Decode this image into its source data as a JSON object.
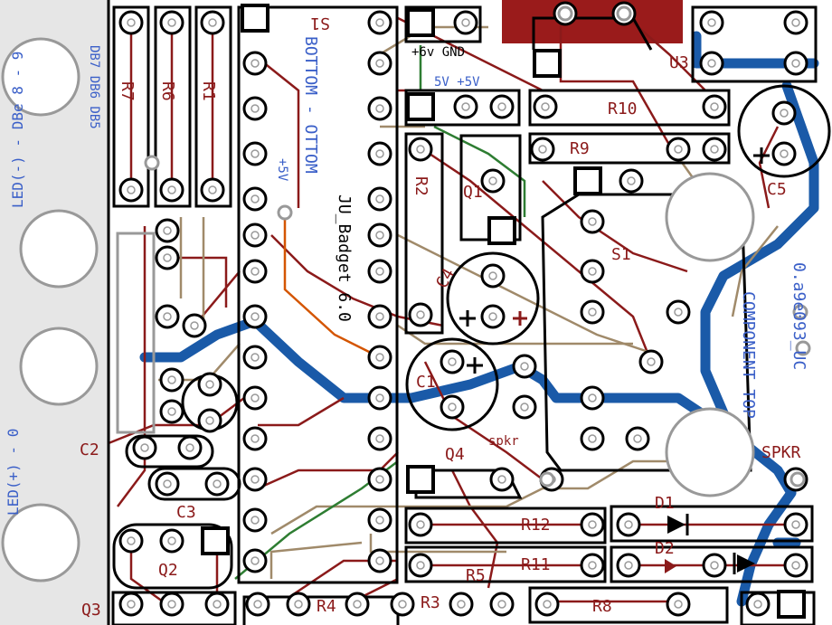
{
  "board": {
    "background": "#ffffff",
    "panel_color": "#e6e6e6",
    "trace_red": "#8b1a1a",
    "trace_brown": "#a08a6a",
    "trace_blue": "#1a5aa8",
    "trace_green": "#2e7d32",
    "trace_orange": "#d45500",
    "outline_black": "#000000",
    "pad_color": "#ffffff",
    "copper_red": "#9a1b1b",
    "silk_blue": "#3a5fc8"
  },
  "labels": {
    "s1": "S1",
    "bottom_ottom": "BOTTOM - OTTOM",
    "ju_badget": "JU_Badget 6.0",
    "plus5v": "+5V",
    "header_pwr": "+6v GND",
    "header_pwr2": "5V +5V",
    "r10": "R10",
    "r9": "R9",
    "r2": "R2",
    "q1": "Q1",
    "c4": "C4",
    "c1": "C1",
    "s1b": "S1",
    "spkr_small": "spkr",
    "q4": "Q4",
    "r12": "R12",
    "r11": "R11",
    "r8": "R8",
    "r5": "R5",
    "r4": "R4",
    "r3": "R3",
    "q2": "Q2",
    "q3": "Q3",
    "c2": "C2",
    "c3": "C3",
    "u3": "U3",
    "c5": "C5",
    "d1": "D1",
    "d2": "D2",
    "component_top": "COMPONENT TOP",
    "ver": "0.a9e093_UC",
    "spkr": "SPKR",
    "r7": "R7",
    "r6": "R6",
    "r1": "R1",
    "led_left": "LED(-) - DBe 8 - 9",
    "led_left2": "LED(+) - 0",
    "db_labels": "DB7 DB6 DB5"
  }
}
